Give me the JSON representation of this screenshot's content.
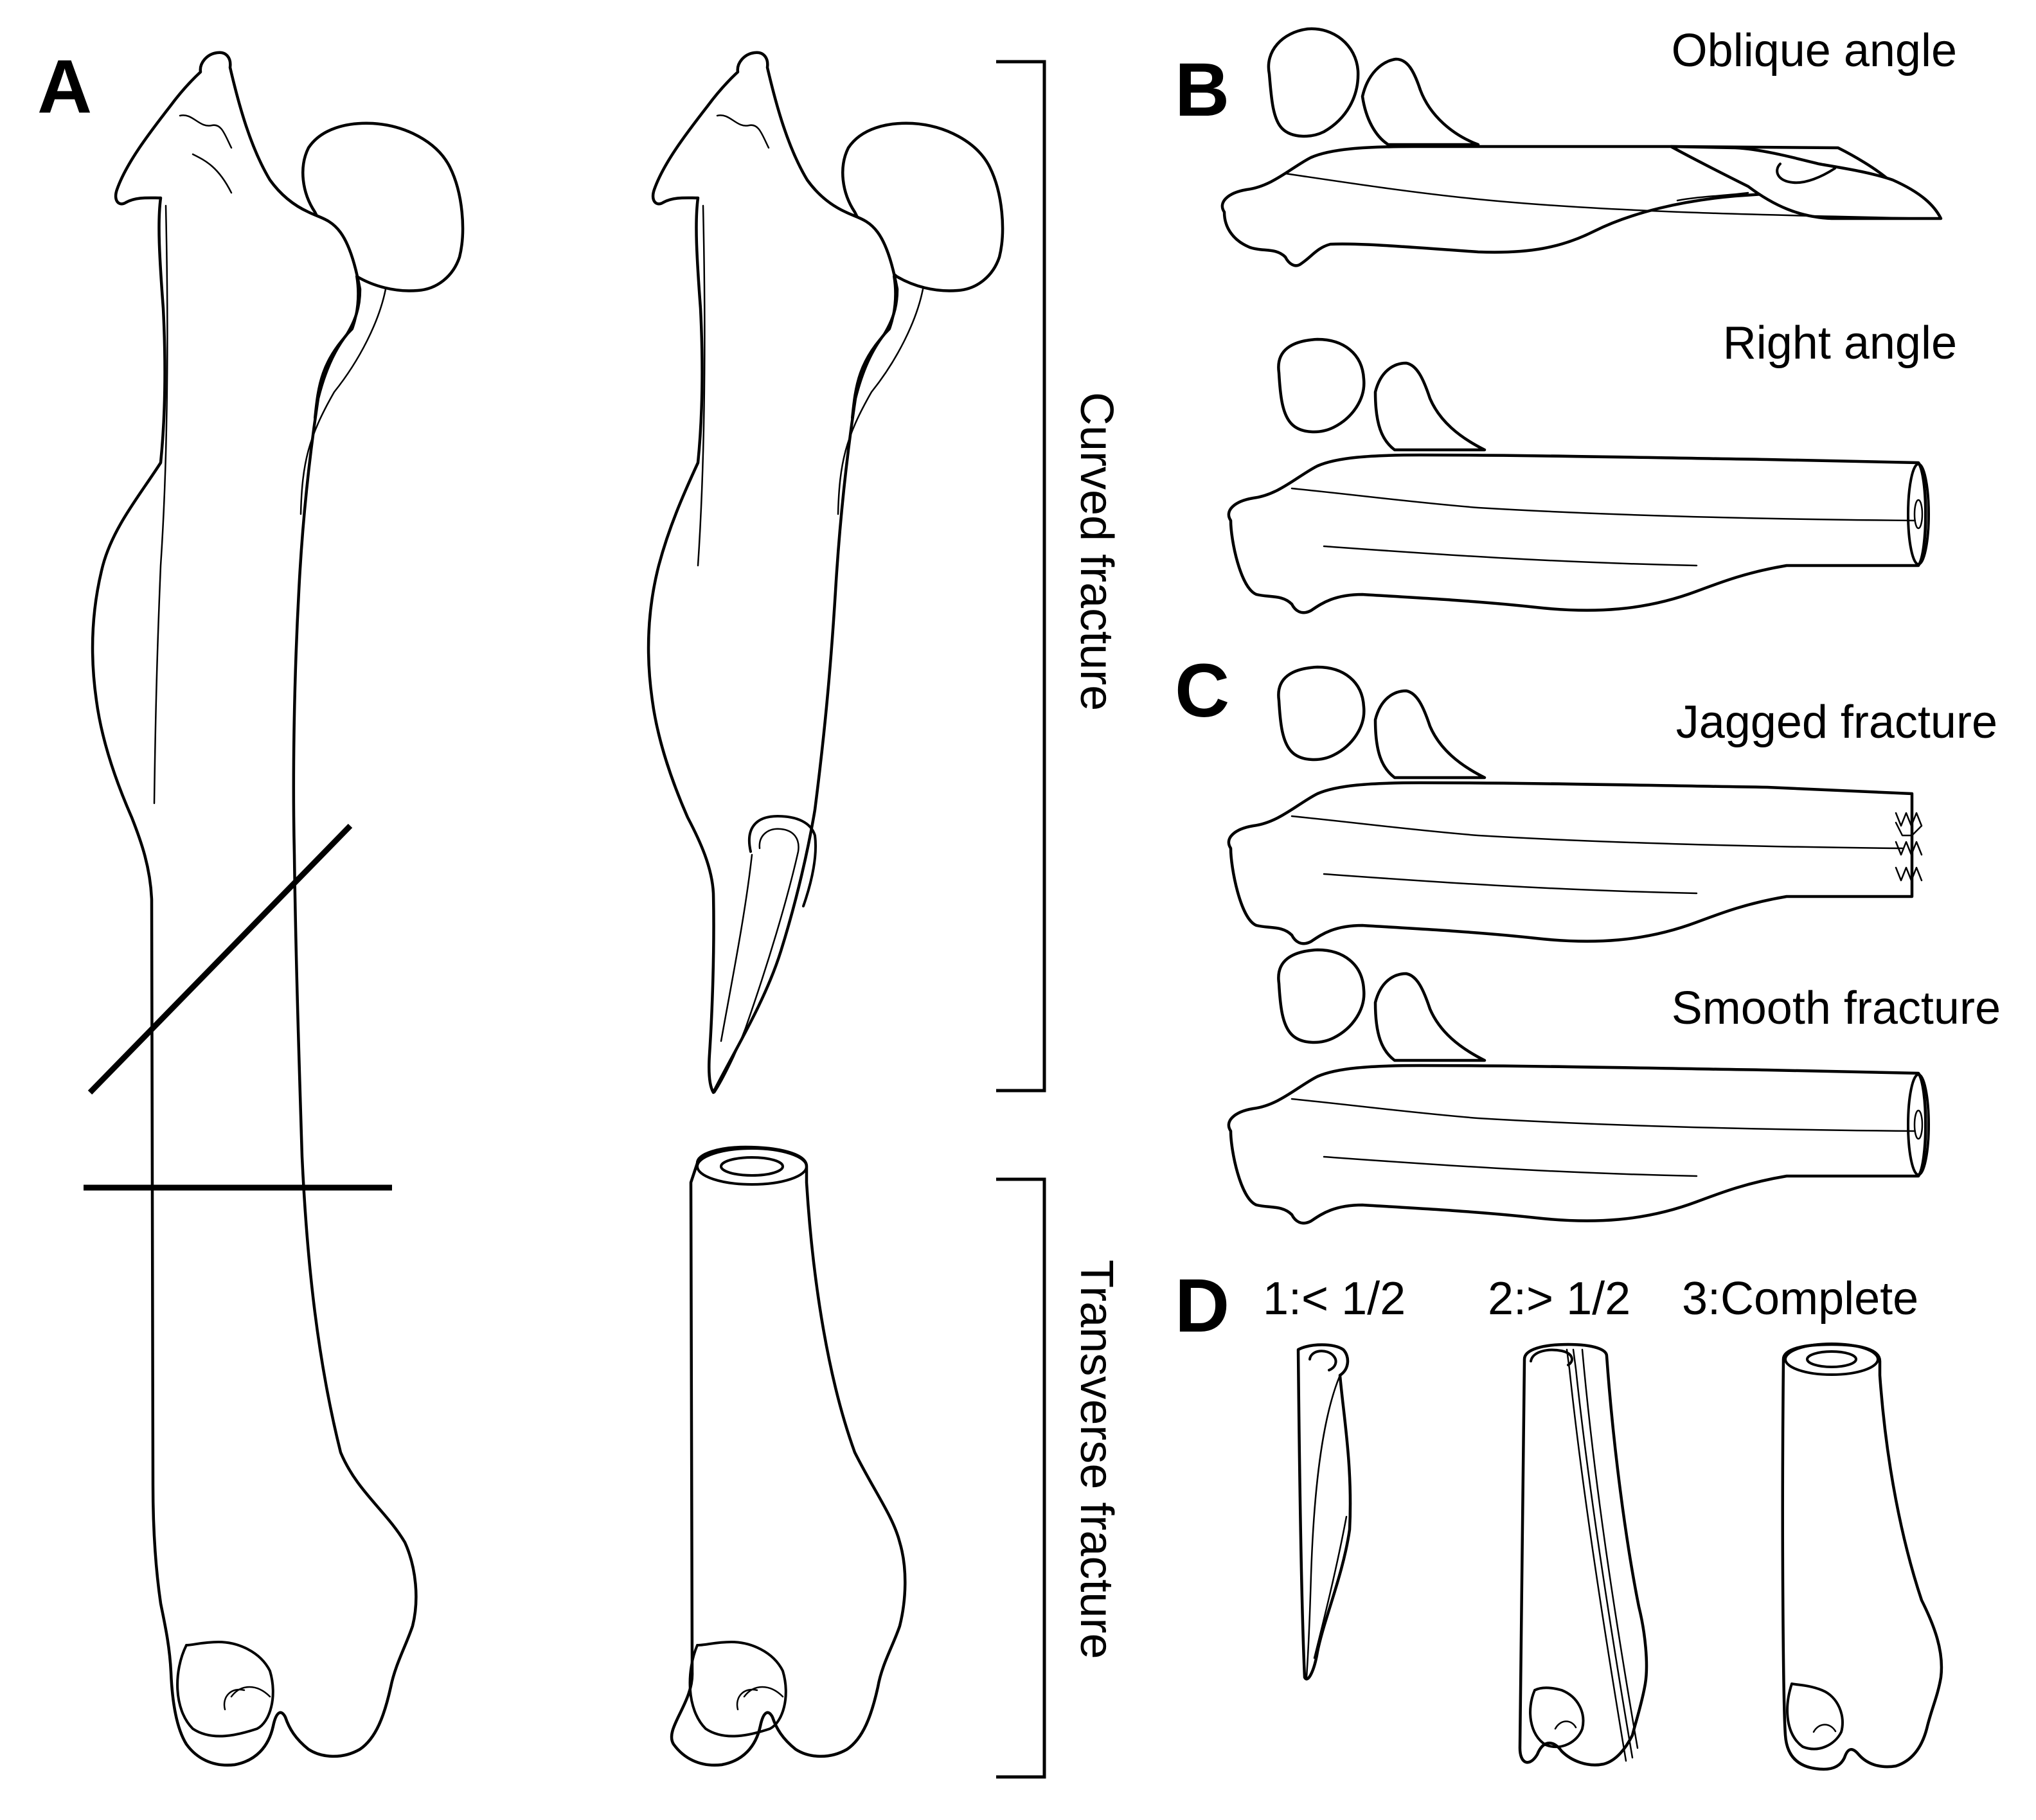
{
  "panels": {
    "a": {
      "letter": "A",
      "bracket_curved_label": "Curved fracture",
      "bracket_transverse_label": "Transverse fracture"
    },
    "b": {
      "letter": "B",
      "top_label": "Oblique angle",
      "bottom_label": "Right angle"
    },
    "c": {
      "letter": "C",
      "top_label": "Jagged fracture",
      "bottom_label": "Smooth fracture"
    },
    "d": {
      "letter": "D",
      "labels": [
        "1:< 1/2",
        "2:> 1/2",
        "3:Complete"
      ]
    }
  },
  "colors": {
    "line": "#000000",
    "background": "#ffffff"
  }
}
